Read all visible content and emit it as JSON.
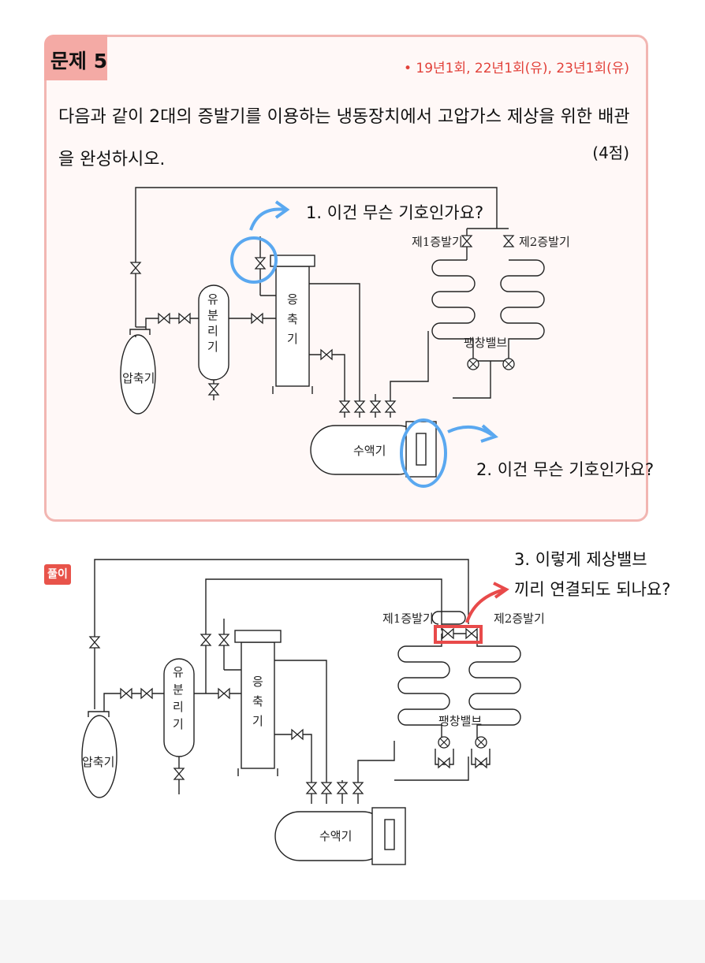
{
  "problem": {
    "title": "문제 5",
    "exam_info": "• 19년1회, 22년1회(유), 23년1회(유)",
    "question": "다음과 같이 2대의 증발기를 이용하는 냉동장치에서 고압가스 제상을 위한 배관을 완성하시오.",
    "points": "(4점)"
  },
  "diagram_labels": {
    "compressor": "압축기",
    "oil_separator": [
      "유",
      "분",
      "리",
      "기"
    ],
    "condenser": [
      "응",
      "축",
      "기"
    ],
    "receiver": "수액기",
    "evaporator1": "제1증발기",
    "evaporator2": "제2증발기",
    "expansion_valve": "팽창밸브"
  },
  "annotations": {
    "q1": "1. 이건 무슨 기호인가요?",
    "q2": "2. 이건 무슨 기호인가요?",
    "q3_line1": "3. 이렇게 제상밸브",
    "q3_line2": "끼리  연결되도 되나요?"
  },
  "solution": {
    "tag": "풀이"
  },
  "colors": {
    "box_border": "#f2b6b2",
    "title_bg": "#f4aaa5",
    "exam_info": "#e2413a",
    "blue_highlight": "#5aa8f0",
    "red_highlight": "#e84a4a"
  }
}
